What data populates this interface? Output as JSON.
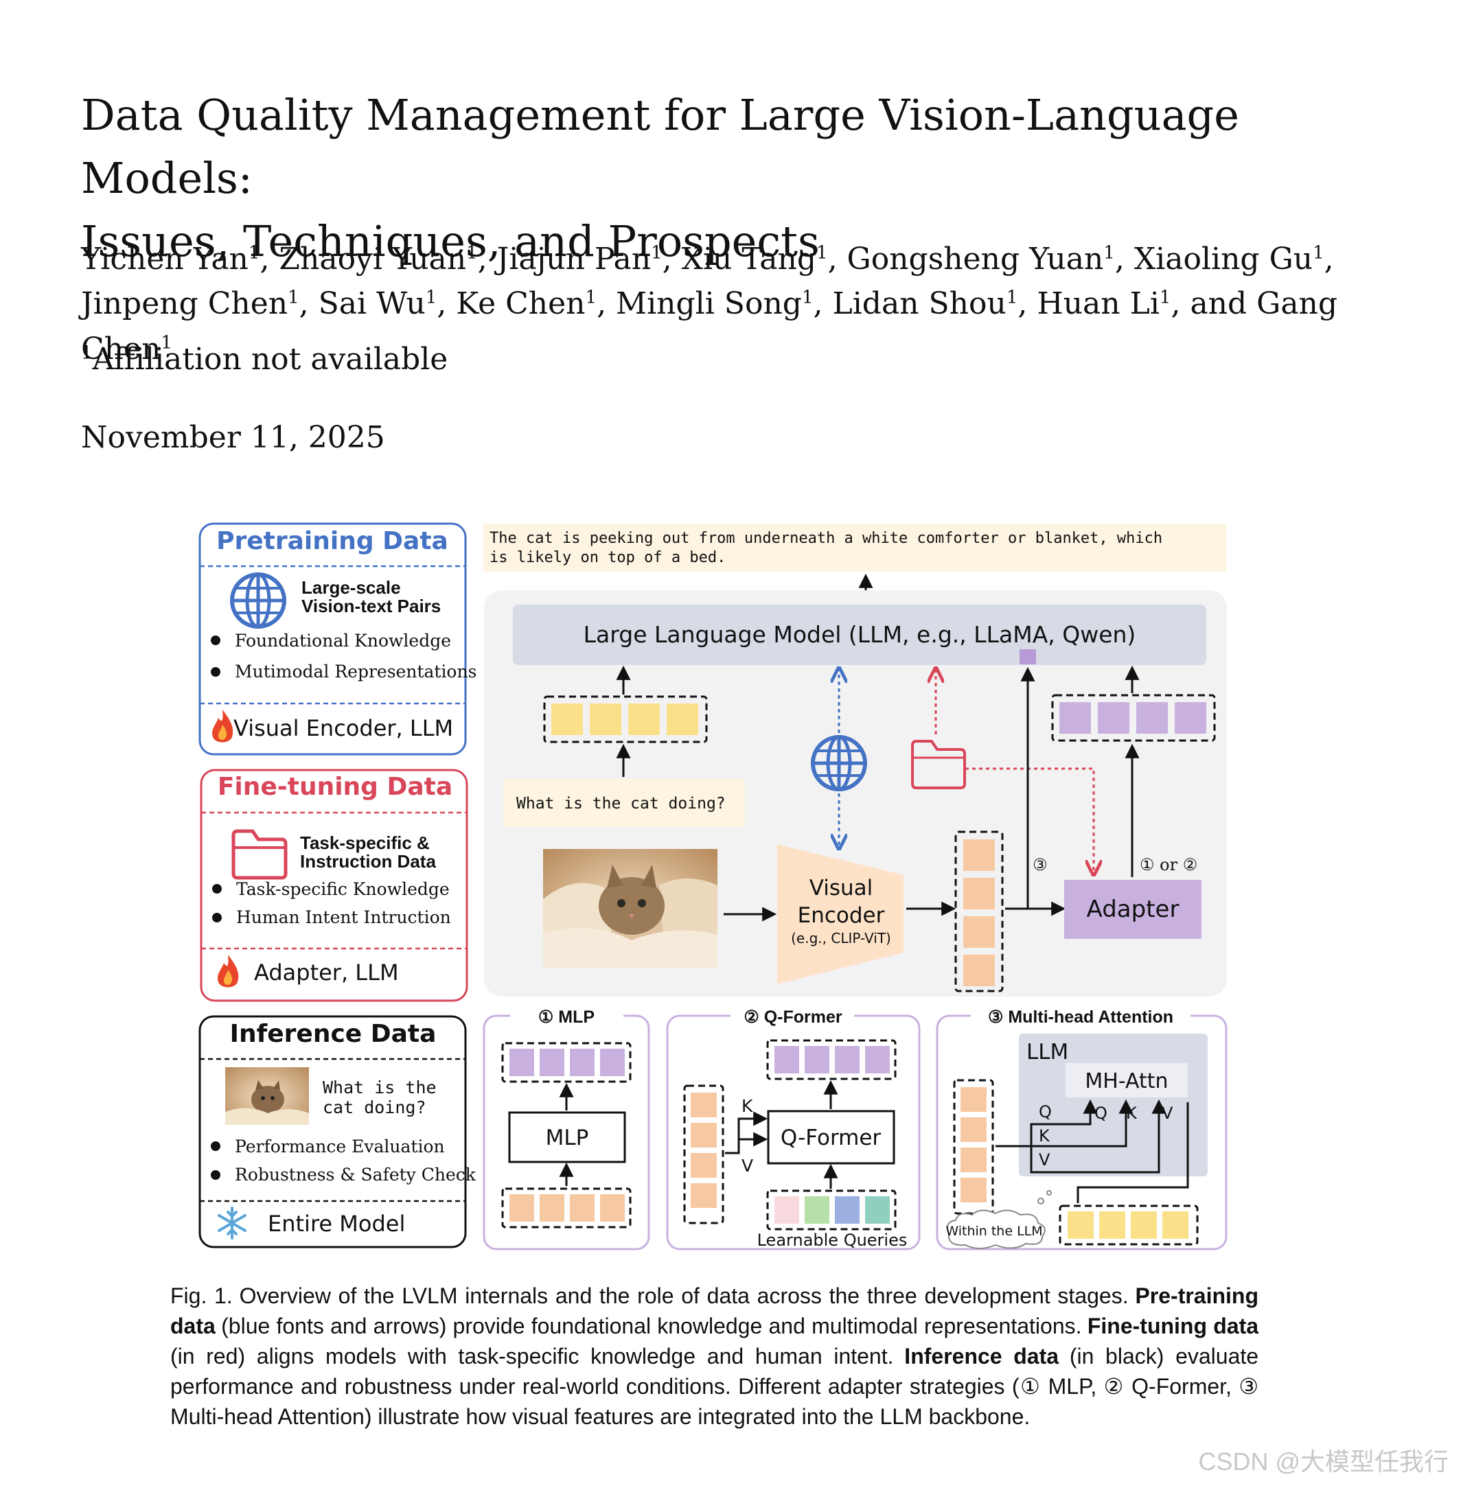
{
  "title": {
    "line1": "Data Quality Management for Large Vision-Language Models:",
    "line2": "Issues, Techniques, and Prospects"
  },
  "authors": {
    "line1": [
      {
        "name": "Yichen Yan",
        "sup": "1"
      },
      {
        "name": "Zhaoyi Yuan",
        "sup": "1"
      },
      {
        "name": "Jiajun Pan",
        "sup": "1"
      },
      {
        "name": "Xiu Tang",
        "sup": "1"
      },
      {
        "name": "Gongsheng Yuan",
        "sup": "1"
      },
      {
        "name": "Xiaoling Gu",
        "sup": "1"
      }
    ],
    "line2": [
      {
        "name": "Jinpeng Chen",
        "sup": "1"
      },
      {
        "name": "Sai Wu",
        "sup": "1"
      },
      {
        "name": "Ke Chen",
        "sup": "1"
      },
      {
        "name": "Mingli Song",
        "sup": "1"
      },
      {
        "name": "Lidan Shou",
        "sup": "1"
      },
      {
        "name": "Huan Li",
        "sup": "1"
      },
      {
        "name": "Gang Chen",
        "sup": "1"
      }
    ],
    "conjunction": "and"
  },
  "affiliation": {
    "sup": "1",
    "text": "Affiliation not available"
  },
  "date": "November 11, 2025",
  "figure": {
    "pretraining": {
      "title": "Pretraining Data",
      "item_title_1": "Large-scale",
      "item_title_2": "Vision-text Pairs",
      "bullets": [
        "Foundational Knowledge",
        "Mutimodal Representations"
      ],
      "trainable": "Visual Encoder, LLM"
    },
    "finetuning": {
      "title": "Fine-tuning Data",
      "item_title_1": "Task-specific &",
      "item_title_2": "Instruction Data",
      "bullets": [
        "Task-specific Knowledge",
        "Human Intent Intruction"
      ],
      "trainable": "Adapter, LLM"
    },
    "inference": {
      "title": "Inference Data",
      "question_1": "What is the",
      "question_2": "cat doing?",
      "bullets": [
        "Performance Evaluation",
        "Robustness & Safety Check"
      ],
      "frozen": "Entire Model"
    },
    "output_line_1": "The cat is peeking out from underneath a white comforter or blanket, which",
    "output_line_2": "is likely on top of a bed.",
    "llm_label": "Large Language Model (LLM, e.g., LLaMA, Qwen)",
    "prompt": "What is the cat doing?",
    "encoder_1": "Visual",
    "encoder_2": "Encoder",
    "encoder_3": "(e.g., CLIP-ViT)",
    "adapter": "Adapter",
    "label_3": "③",
    "label_1or2": "① or ②",
    "mlp_panel": {
      "title": "① MLP",
      "block": "MLP"
    },
    "qformer_panel": {
      "title": "② Q-Former",
      "block": "Q-Former",
      "k": "K",
      "v": "V",
      "queries": "Learnable Queries"
    },
    "mha_panel": {
      "title": "③ Multi-head Attention",
      "llm": "LLM",
      "block": "MH-Attn",
      "q": "Q",
      "k": "K",
      "v": "V",
      "cloud": "Within the LLM"
    }
  },
  "caption": {
    "label": "Fig. 1.",
    "s1": "Overview of the LVLM internals and the role of data across the three development stages.",
    "b1": "Pre-training data",
    "s2": "(blue fonts and arrows) provide foundational knowledge and multimodal representations.",
    "b2": "Fine-tuning data",
    "s3": "(in red) aligns models with task-specific knowledge and human intent.",
    "b3": "Inference data",
    "s4": "(in black) evaluate performance and robustness under real-world conditions. Different adapter strategies (① MLP, ② Q-Former, ③ Multi-head Attention) illustrate how visual features are integrated into the LLM backbone."
  },
  "watermark": "CSDN @大模型任我行",
  "colors": {
    "blue": "#4472c4",
    "red": "#d9465a",
    "yellow_token": "#fbe08a",
    "orange_token": "#f6c9a3",
    "purple_token": "#c9b1df",
    "adapter_fill": "#c9b1df",
    "llm_bar": "#d6dbe6",
    "output_bg": "#fdf4e2",
    "panel_bg": "#f2f2f2"
  }
}
